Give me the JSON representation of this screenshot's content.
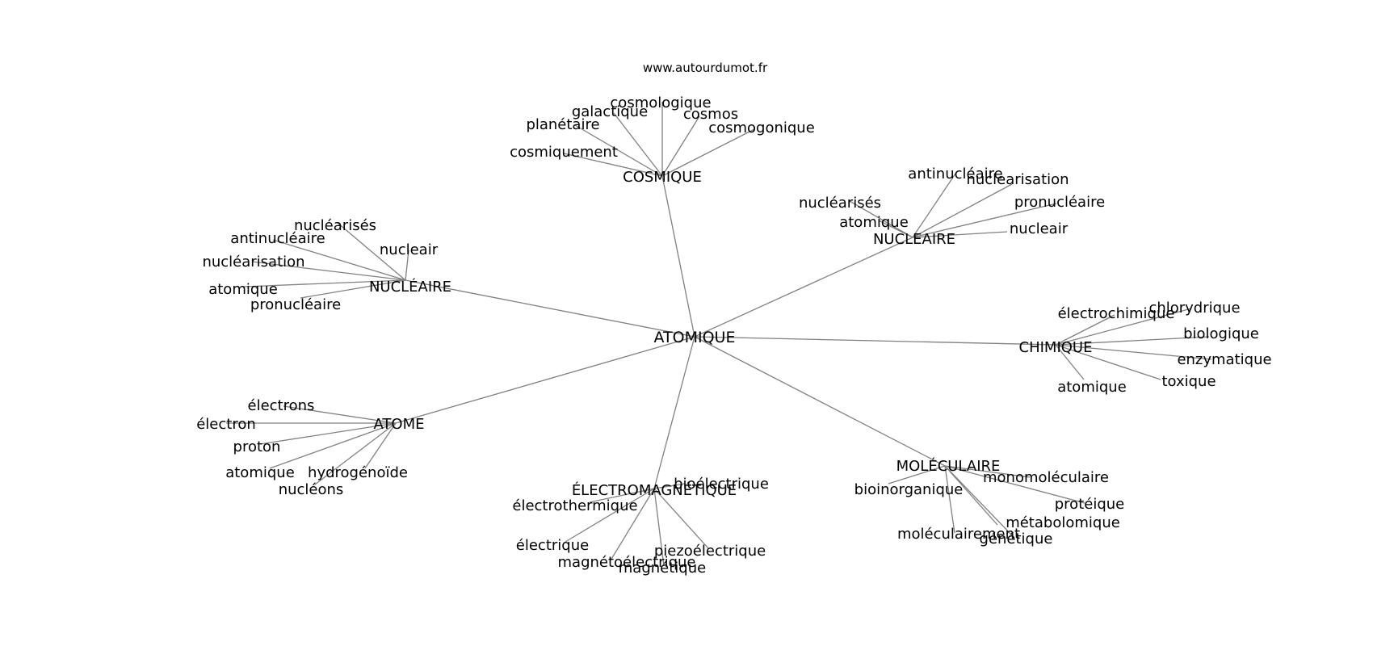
{
  "source": "www.autourdumot.fr",
  "center": "ATOMIQUE",
  "clusters": [
    {
      "label": "COSMIQUE",
      "leaves": [
        "cosmologique",
        "galactique",
        "cosmos",
        "planétaire",
        "cosmogonique",
        "cosmiquement"
      ]
    },
    {
      "label": "NUCLEAIRE",
      "leaves": [
        "antinucléaire",
        "nuclearisation",
        "nucléarisés",
        "pronucléaire",
        "atomique",
        "nucleair"
      ]
    },
    {
      "label": "NUCLÉAIRE",
      "leaves": [
        "nucléarisés",
        "antinucléaire",
        "nucleair",
        "nucléarisation",
        "atomique",
        "pronucléaire"
      ]
    },
    {
      "label": "CHIMIQUE",
      "leaves": [
        "chlorydrique",
        "électrochimique",
        "biologique",
        "enzymatique",
        "toxique",
        "atomique"
      ]
    },
    {
      "label": "ATOME",
      "leaves": [
        "électrons",
        "électron",
        "proton",
        "atomique",
        "hydrogénoïde",
        "nucléons"
      ]
    },
    {
      "label": "MOLÉCULAIRE",
      "leaves": [
        "monomoléculaire",
        "bioinorganique",
        "protéique",
        "métabolomique",
        "moléculairement",
        "génétique"
      ]
    },
    {
      "label": "ÉLECTROMAGNÉTIQUE",
      "leaves": [
        "bioélectrique",
        "électrothermique",
        "électrique",
        "piezoélectrique",
        "magnétoélectrique",
        "magnétique"
      ]
    }
  ]
}
